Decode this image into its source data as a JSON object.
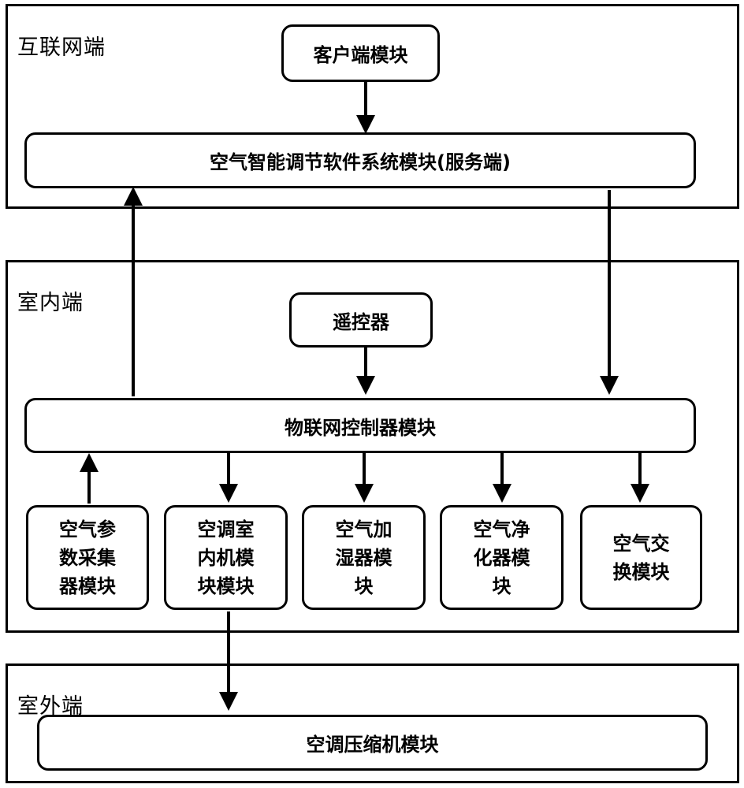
{
  "zones": {
    "internet": "互联网端",
    "indoor": "室内端",
    "outdoor": "室外端"
  },
  "modules": {
    "client": "客户端模块",
    "server": "空气智能调节软件系统模块(服务端)",
    "remote": "遥控器",
    "iot_controller": "物联网控制器模块",
    "air_param_line1": "空气参",
    "air_param_line2": "数采集",
    "air_param_line3": "器模块",
    "ac_indoor_line1": "空调室",
    "ac_indoor_line2": "内机模",
    "ac_indoor_line3": "块模块",
    "humidifier_line1": "空气加",
    "humidifier_line2": "湿器模",
    "humidifier_line3": "块",
    "purifier_line1": "空气净",
    "purifier_line2": "化器模",
    "purifier_line3": "块",
    "exchange_line1": "空气交",
    "exchange_line2": "换模块",
    "compressor": "空调压缩机模块"
  }
}
